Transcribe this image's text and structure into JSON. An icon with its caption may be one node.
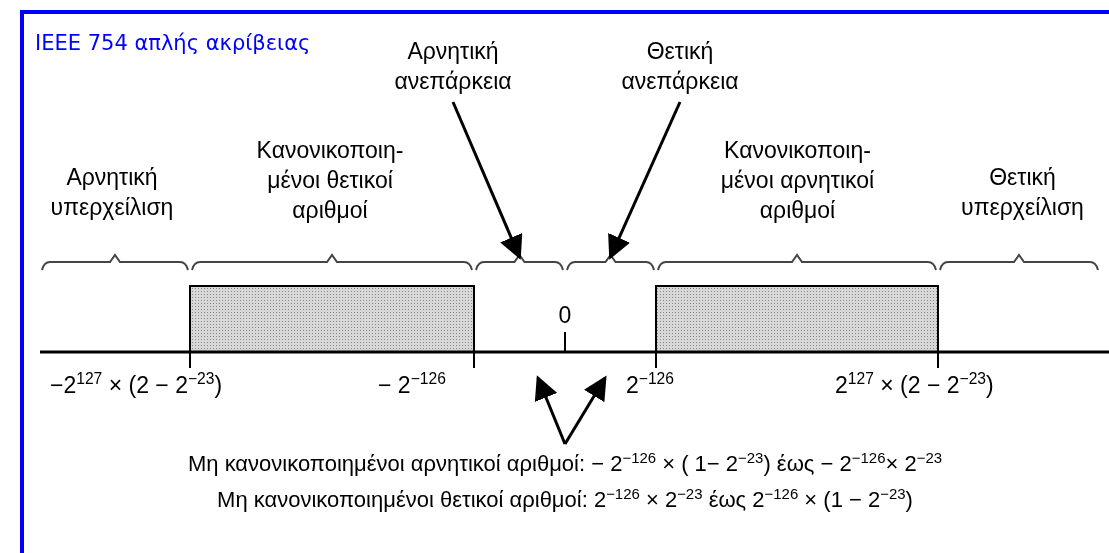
{
  "diagram": {
    "title": "IEEE 754 απλής ακρίβειας",
    "nodes": [
      {
        "text": [
          "Αρνητική ανεπάρκεια"
        ]
      },
      {
        "text": [],
        "shape": "bar"
      },
      {
        "text": [
          "Θετική ανεπάρκεια"
        ]
      },
      {
        "text": [],
        "shape": "bar"
      },
      {
        "text": [
          "Μη κανονικοποιημένοι αρνητικοί αριθμοί: − 2$^{−126}$ × ( 1− 2$^{−23}$) έως − 2$^{−126}$× 2$^{−23}$",
          "Μη κανονικοποιημένοι θετικοί αριθμοί: 2$^{−126}$ × 2$^{−23}$ έως 2$^{−126}$ × (1 − 2$^{−23}$)"
        ]
      }
    ],
    "edges": [
      {
        "from": 0,
        "to": 1,
        "arrow": "to"
      },
      {
        "from": 2,
        "to": 3,
        "arrow": "to"
      },
      {
        "from": 4,
        "to": null,
        "arrow": "to"
      },
      {
        "from": 4,
        "to": null,
        "arrow": "to"
      }
    ],
    "labels": [
      "Αρνητική υπερχείλιση",
      "Κανονικοποιη- μένοι θετικοί αριθμοί",
      "Κανονικοποιη- μένοι αρνητικοί αριθμοί",
      "Θετική υπερχείλιση",
      "0",
      "−2$^{127}$ × (2 − 2$^{−23}$)",
      "− 2$^{−126}$",
      "2$^{−126}$",
      "2$^{127}$ × (2 − 2$^{−23}$)"
    ]
  }
}
